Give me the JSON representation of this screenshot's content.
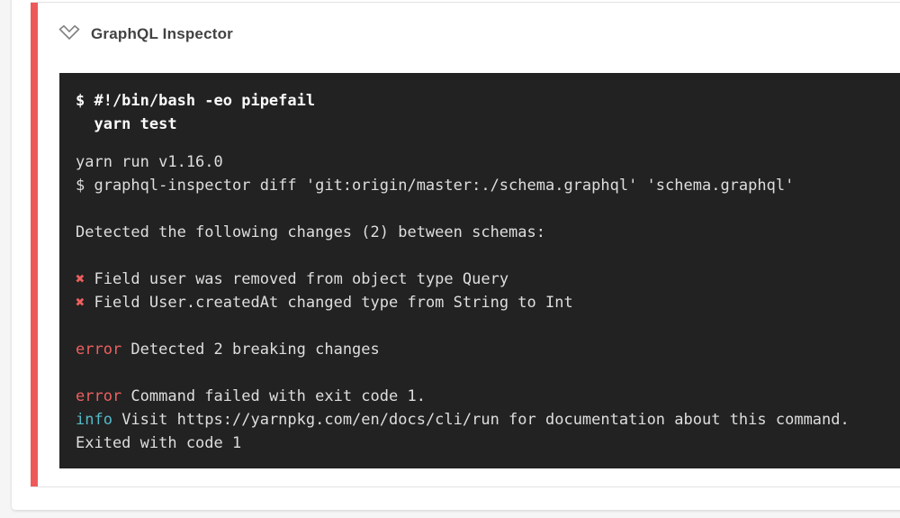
{
  "page": {
    "background_color": "#f5f5f5",
    "panel_color": "#ffffff"
  },
  "step": {
    "title": "GraphQL Inspector",
    "status": "failed",
    "accent_color": "#ee5a5a",
    "collapse_icon": "chevron-down-icon"
  },
  "terminal": {
    "background_color": "#222222",
    "text_color": "#dedede",
    "command_text_color": "#fafafa",
    "red_color": "#ee5f5f",
    "cyan_color": "#54bac8",
    "command_lines": [
      "$ #!/bin/bash -eo pipefail",
      "  yarn test"
    ],
    "output_lines": [
      [
        {
          "t": "yarn run v1.16.0"
        }
      ],
      [
        {
          "t": "$ graphql-inspector diff 'git:origin/master:./schema.graphql' 'schema.graphql'"
        }
      ],
      [],
      [
        {
          "t": "Detected the following changes (2) between schemas:"
        }
      ],
      [],
      [
        {
          "t": "✖",
          "c": "red",
          "mark": true
        },
        {
          "t": " Field user was removed from object type Query"
        }
      ],
      [
        {
          "t": "✖",
          "c": "red",
          "mark": true
        },
        {
          "t": " Field User.createdAt changed type from String to Int"
        }
      ],
      [],
      [
        {
          "t": "error",
          "c": "red"
        },
        {
          "t": " Detected 2 breaking changes"
        }
      ],
      [],
      [
        {
          "t": "error",
          "c": "red"
        },
        {
          "t": " Command failed with exit code 1."
        }
      ],
      [
        {
          "t": "info",
          "c": "cyan"
        },
        {
          "t": " Visit https://yarnpkg.com/en/docs/cli/run for documentation about this command."
        }
      ],
      [
        {
          "t": "Exited with code 1"
        }
      ]
    ]
  }
}
